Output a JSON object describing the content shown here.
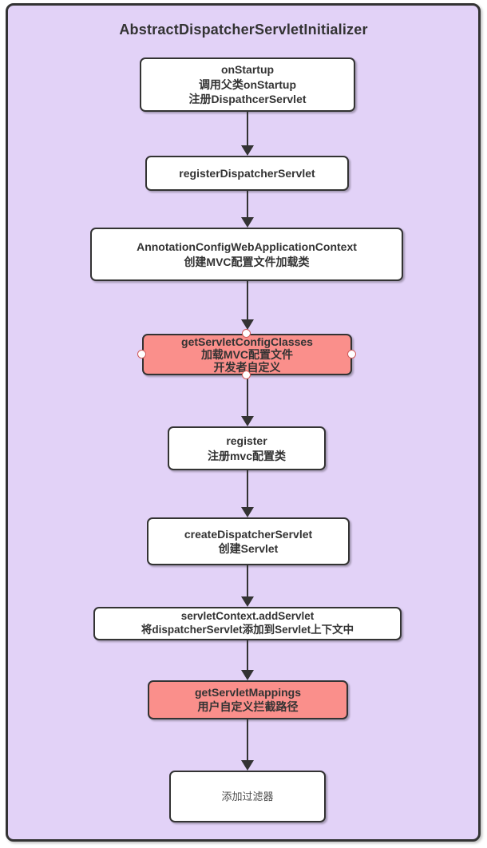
{
  "diagram": {
    "title": "AbstractDispatcherServletInitializer",
    "nodes": [
      {
        "name": "onStartup",
        "type": "step",
        "lines": [
          "onStartup",
          "调用父类onStartup",
          "注册DispathcerServlet"
        ]
      },
      {
        "name": "registerDispatcherServlet",
        "type": "step",
        "lines": [
          "registerDispatcherServlet"
        ]
      },
      {
        "name": "AnnotationConfigWebApplicationContext",
        "type": "step",
        "lines": [
          "AnnotationConfigWebApplicationContext",
          "创建MVC配置文件加载类"
        ]
      },
      {
        "name": "getServletConfigClasses",
        "type": "highlight",
        "selected": true,
        "lines": [
          "getServletConfigClasses",
          "加载MVC配置文件",
          "开发者自定义"
        ]
      },
      {
        "name": "register",
        "type": "step",
        "lines": [
          "register",
          "注册mvc配置类"
        ]
      },
      {
        "name": "createDispatcherServlet",
        "type": "step",
        "lines": [
          "createDispatcherServlet",
          "创建Servlet"
        ]
      },
      {
        "name": "servletContext.addServlet",
        "type": "step",
        "lines": [
          "servletContext.addServlet",
          "将dispatcherServlet添加到Servlet上下文中"
        ]
      },
      {
        "name": "getServletMappings",
        "type": "highlight",
        "lines": [
          "getServletMappings",
          "用户自定义拦截路径"
        ]
      },
      {
        "name": "添加过滤器",
        "type": "placeholder",
        "lines": [
          "添加过滤器"
        ]
      }
    ],
    "colors": {
      "page_background": "#ffffff",
      "container_fill": "#e2d2f7",
      "node_fill": "#ffffff",
      "highlight_fill": "#fa8f8b",
      "stroke": "#333333",
      "muted_text": "#4d4d4d",
      "selection_handle_border": "#cf5b5b"
    }
  }
}
